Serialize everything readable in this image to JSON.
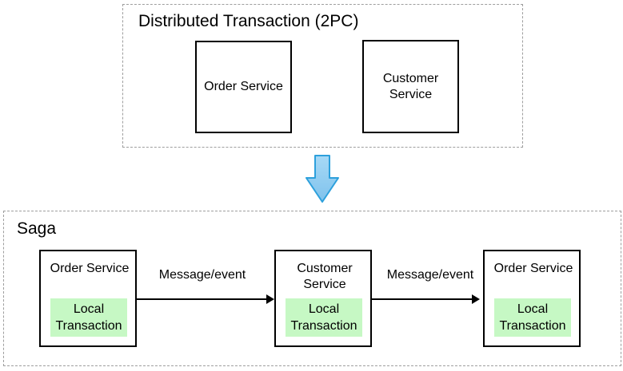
{
  "top_section": {
    "title": "Distributed Transaction (2PC)",
    "services": [
      {
        "label": "Order Service"
      },
      {
        "label": "Customer Service"
      }
    ]
  },
  "transition": {
    "icon": "down-arrow-icon"
  },
  "saga_section": {
    "title": "Saga",
    "services": [
      {
        "label": "Order Service",
        "local": "Local Transaction"
      },
      {
        "label": "Customer Service",
        "local": "Local Transaction"
      },
      {
        "label": "Order Service",
        "local": "Local Transaction"
      }
    ],
    "arrows": [
      {
        "label": "Message/event"
      },
      {
        "label": "Message/event"
      }
    ]
  },
  "colors": {
    "dashed_border": "#9e9e9e",
    "box_border": "#000000",
    "local_transaction_fill": "#c6f8c4",
    "down_arrow_gradient_top": "#a7d9f6",
    "down_arrow_gradient_bottom": "#7fc2ec",
    "down_arrow_stroke": "#2da0dc"
  }
}
